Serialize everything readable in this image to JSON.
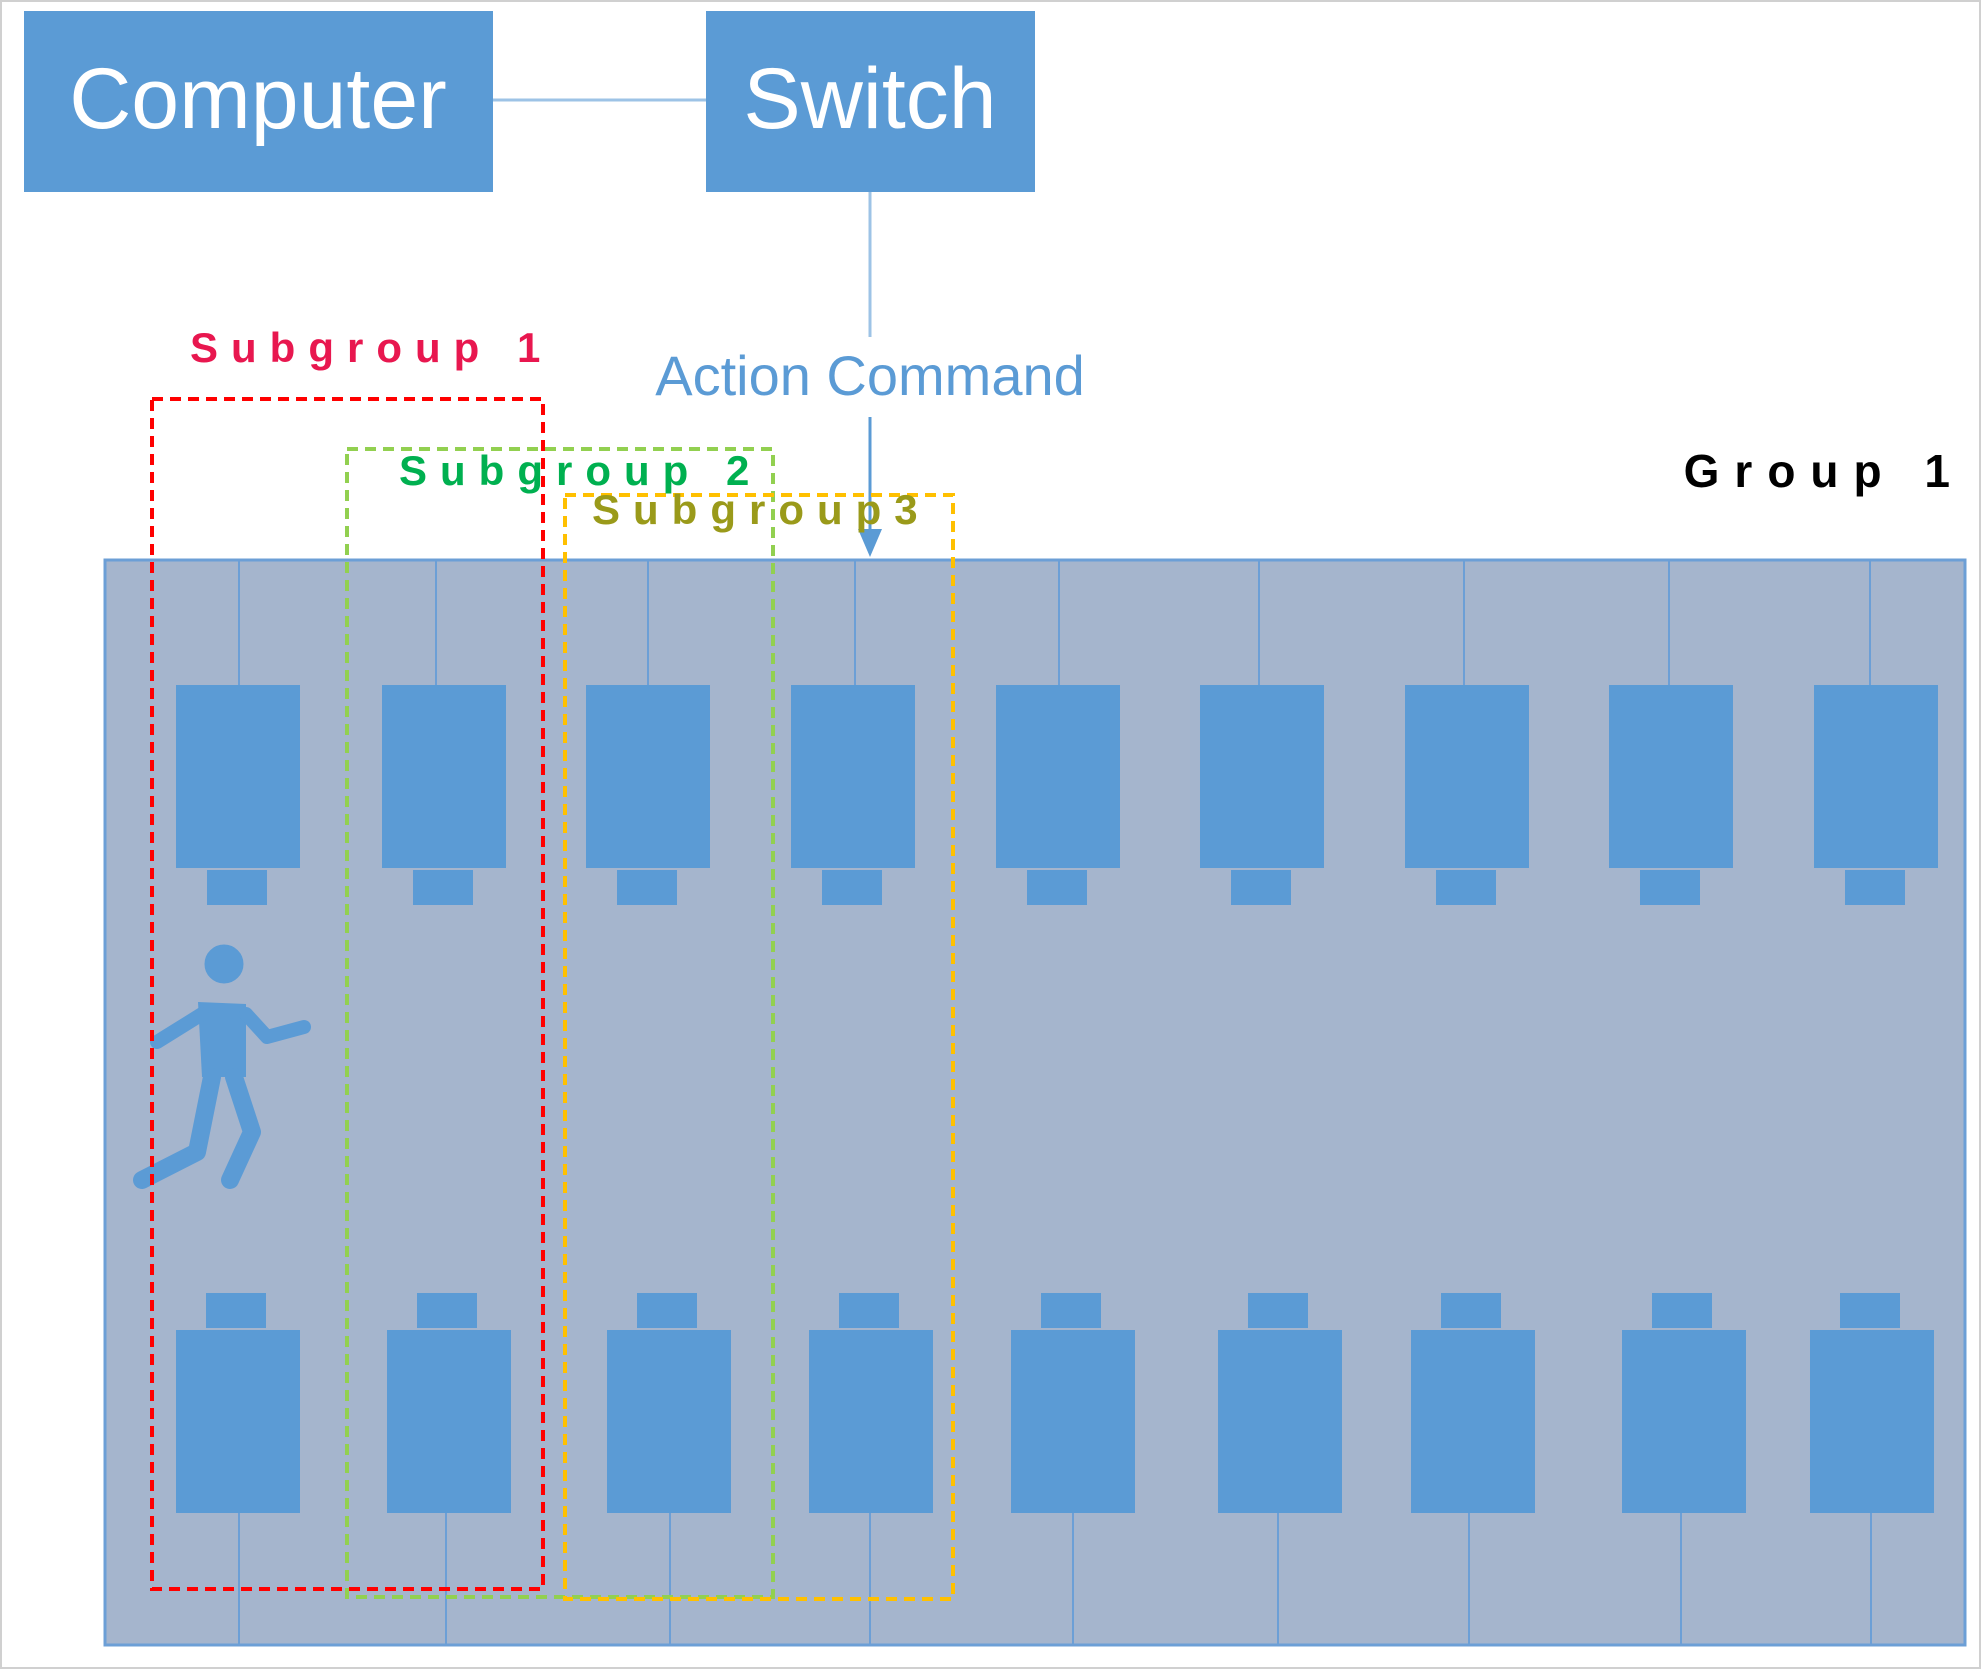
{
  "nodes": {
    "computer": "Computer",
    "switch": "Switch"
  },
  "command_label": "Action Command",
  "group_label": "Group 1",
  "subgroups": [
    {
      "label": "Subgroup 1",
      "color": "#ff0000",
      "text_color": "#e8174f"
    },
    {
      "label": "Subgroup 2",
      "color": "#92d050",
      "text_color": "#00b050"
    },
    {
      "label": "Subgroup3",
      "color": "#ffc000",
      "text_color": "#9a9a1a"
    }
  ],
  "colors": {
    "node_fill": "#5b9bd5",
    "panel_fill": "#a5b5cd",
    "panel_line": "#6c9fd6",
    "wire": "#9dc3e6"
  },
  "units": {
    "top_row_count": 9,
    "bottom_row_count": 9
  },
  "icons": [
    "person-walking-icon"
  ]
}
